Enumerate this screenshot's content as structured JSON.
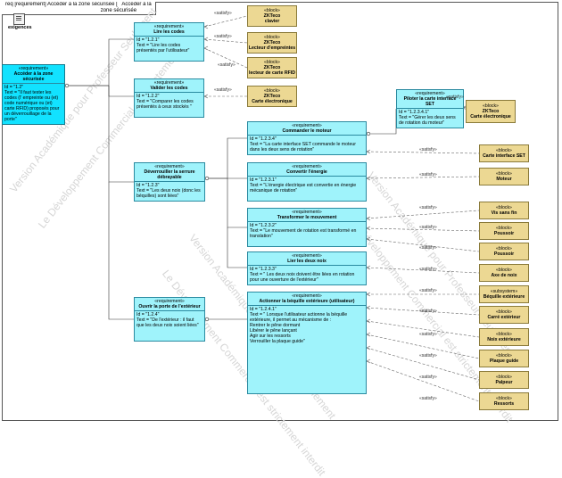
{
  "diagram": {
    "frame_title": "req [requirement] Accéder à la zone sécurisée [   Accéder à la\n                                                                zone sécurisée",
    "package_label": "exigences"
  },
  "watermark": [
    "Version Académique pour Professeur Seulement",
    "Le Développement Commercial est strictement interdit"
  ],
  "requirements": [
    {
      "id": "r0",
      "stereotype": "«requirement»",
      "name": "Accéder à la zone sécurisée",
      "id_text": "Id = \"1.2\"",
      "text": "Text = \"Il faut tester les codes (l' empreinte ou (et) code numérique ou (et) carte RFID) proposés pour un déverrouillage de la porte\""
    },
    {
      "id": "r1",
      "stereotype": "«requirement»",
      "name": "Lire les codes",
      "id_text": "Id = \"1.2.1\"",
      "text": "Text = \"Lire les codes présentés par l'utilisateur\""
    },
    {
      "id": "r2",
      "stereotype": "«requirement»",
      "name": "Valider les codes",
      "id_text": "Id = \"1.2.2\"",
      "text": "Text = \"Comparer les codes présentés à ceux stockés \""
    },
    {
      "id": "r3",
      "stereotype": "«requirement»",
      "name": "Déverrouiller la serrure débrayable",
      "id_text": "Id = \"1.2.3\"",
      "text": "Text = \"Les deux noix (donc les béquilles) sont liées\""
    },
    {
      "id": "r4",
      "stereotype": "«requirement»",
      "name": "Ouvrir la porte de l'extérieur",
      "id_text": "Id = \"1.2.4\"",
      "text": "Text = \"De l'extérieur : il faut que les deux noix soient liées\""
    },
    {
      "id": "r5",
      "stereotype": "«requirement»",
      "name": "Commander le moteur",
      "id_text": "Id = \"1.2.3.4\"",
      "text": "Text = \"La carte interface SET commande le moteur dans les deux sens de rotation\""
    },
    {
      "id": "r6",
      "stereotype": "«requirement»",
      "name": "Convertir l'énergie",
      "id_text": "Id = \"1.2.3.1\"",
      "text": "Text = \"L'énergie électrique est convertie en énergie mécanique de rotation\""
    },
    {
      "id": "r7",
      "stereotype": "«requirement»",
      "name": "Transformer le mouvement",
      "id_text": "Id = \"1.2.3.2\"",
      "text": "Text = \"Le mouvement de rotation est transformé en translation\""
    },
    {
      "id": "r8",
      "stereotype": "«requirement»",
      "name": "Lier les deux noix",
      "id_text": "Id = \"1.2.3.3\"",
      "text": "Text = \" Les deux noix doivent être liées en rotation pour une ouverture de l'extérieur\""
    },
    {
      "id": "r9",
      "stereotype": "«requirement»",
      "name": "Actionner la béquille extérieure (utilisateur)",
      "id_text": "Id = \"1.2.4.1\"",
      "text": "Text = \" Lorsque l'utilisateur actionne la béquille extérieure, il permet au mécanisme de :\nRentrer le pêne dormant\nLibérer le pêne lançant\nAgir sur les ressorts\nVerrouiller la plaque guide\""
    },
    {
      "id": "r10",
      "stereotype": "«requirement»",
      "name": "Piloter la carte interface SET",
      "id_text": "Id = \"1.2.3.4.1\"",
      "text": "Text = \"Gérer les deux sens de rotation du moteur\""
    }
  ],
  "blocks": [
    {
      "id": "b0",
      "stereotype": "«block»",
      "name": "ZKTeco\nclavier"
    },
    {
      "id": "b1",
      "stereotype": "«block»",
      "name": "ZKTeco\nLecteur d'empreintes"
    },
    {
      "id": "b2",
      "stereotype": "«block»",
      "name": "ZKTeco\nlecteur de carte RFID"
    },
    {
      "id": "b3",
      "stereotype": "«block»",
      "name": "ZKTeco\nCarte électronique"
    },
    {
      "id": "b4",
      "stereotype": "«block»",
      "name": "ZKTeco\nCarte électronique"
    },
    {
      "id": "b5",
      "stereotype": "«block»",
      "name": "Carte interface SET"
    },
    {
      "id": "b6",
      "stereotype": "«block»",
      "name": "Moteur"
    },
    {
      "id": "b7",
      "stereotype": "«block»",
      "name": "Vis sans fin"
    },
    {
      "id": "b8",
      "stereotype": "«block»",
      "name": "Poussoir"
    },
    {
      "id": "b9",
      "stereotype": "«block»",
      "name": "Poussoir"
    },
    {
      "id": "b10",
      "stereotype": "«block»",
      "name": "Axe de noix"
    },
    {
      "id": "b11",
      "stereotype": "«subsystem»",
      "name": "Béquille extérieure"
    },
    {
      "id": "b12",
      "stereotype": "«block»",
      "name": "Carré extérieur"
    },
    {
      "id": "b13",
      "stereotype": "«block»",
      "name": "Noix extérieure"
    },
    {
      "id": "b14",
      "stereotype": "«block»",
      "name": "Plaque guide"
    },
    {
      "id": "b15",
      "stereotype": "«block»",
      "name": "Palpeur"
    },
    {
      "id": "b16",
      "stereotype": "«block»",
      "name": "Ressorts"
    }
  ],
  "satisfy_label": "«satisfy»"
}
